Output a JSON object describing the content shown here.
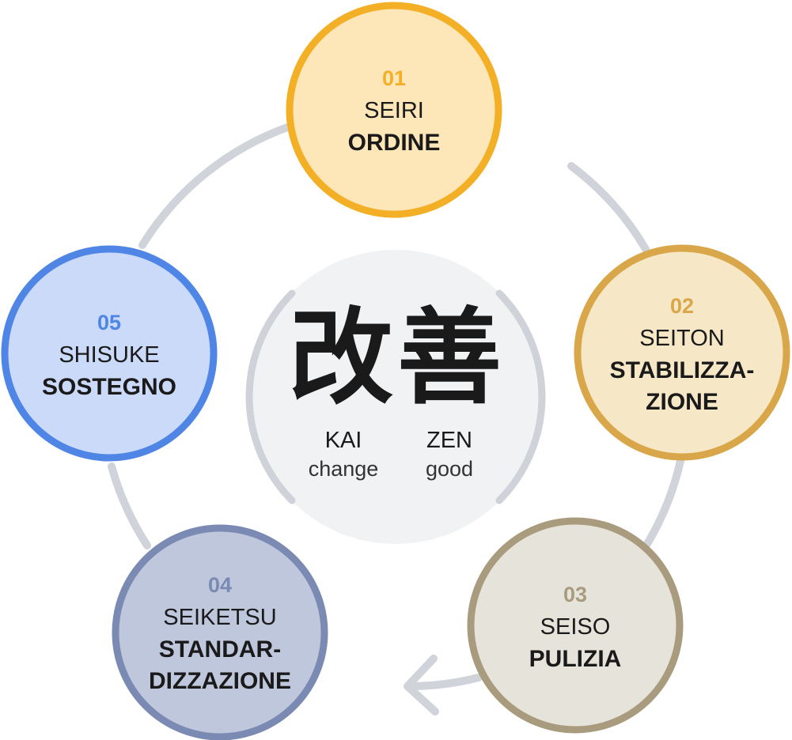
{
  "center": {
    "kanji_left": "改",
    "kanji_right": "善",
    "word_left": "KAI",
    "gloss_left": "change",
    "word_right": "ZEN",
    "gloss_right": "good"
  },
  "steps": [
    {
      "num": "01",
      "japanese": "SEIRI",
      "italian_lines": [
        "ORDINE"
      ],
      "fill": "#fde6b8",
      "stroke": "#f3b026",
      "num_color": "#f3b026"
    },
    {
      "num": "02",
      "japanese": "SEITON",
      "italian_lines": [
        "STABILIZZA-",
        "ZIONE"
      ],
      "fill": "#f6e7c6",
      "stroke": "#d9a74a",
      "num_color": "#d9a74a"
    },
    {
      "num": "03",
      "japanese": "SEISO",
      "italian_lines": [
        "PULIZIA"
      ],
      "fill": "#e6e3da",
      "stroke": "#a99c7e",
      "num_color": "#a99c7e"
    },
    {
      "num": "04",
      "japanese": "SEIKETSU",
      "italian_lines": [
        "STANDAR-",
        "DIZZAZIONE"
      ],
      "fill": "#bec7dc",
      "stroke": "#7a8ab3",
      "num_color": "#7a8ab3"
    },
    {
      "num": "05",
      "japanese": "SHISUKE",
      "italian_lines": [
        "SOSTEGNO"
      ],
      "fill": "#ccdafa",
      "stroke": "#4f86e5",
      "num_color": "#4f86e5"
    }
  ],
  "colors": {
    "ring": "#d0d3da",
    "center_fill": "#f1f2f4",
    "center_ring": "#cfd2d8"
  }
}
